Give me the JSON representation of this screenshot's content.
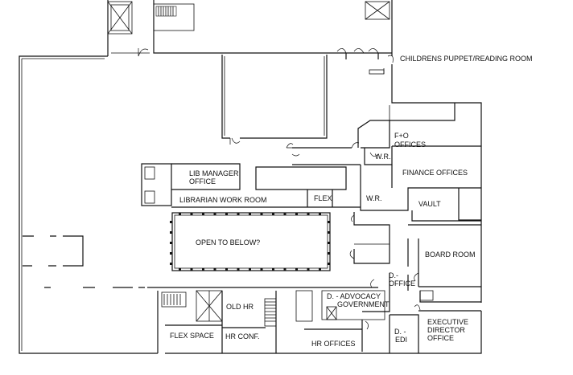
{
  "floor_plan": {
    "rooms": {
      "childrens_puppet": "CHILDRENS PUPPET/READING ROOM",
      "fo_offices_1": "F+O",
      "fo_offices_2": "OFFICES",
      "wr_upper": "W.R.",
      "finance_offices": "FINANCE OFFICES",
      "lib_manager_1": "LIB MANAGER",
      "lib_manager_2": "OFFICE",
      "librarian_work_room": "LIBRARIAN WORK ROOM",
      "flex": "FLEX",
      "wr_lower": "W.R.",
      "vault": "VAULT",
      "open_to_below": "OPEN TO BELOW?",
      "board_room": "BOARD ROOM",
      "d_office_1": "D.-",
      "d_office_2": "OFFICE",
      "advocacy_1": "D. - ADVOCACY",
      "advocacy_2": "GOVERNMENT",
      "old_hr": "OLD HR",
      "flex_space": "FLEX SPACE",
      "hr_conf": "HR CONF.",
      "hr_offices": "HR OFFICES",
      "d_edi_1": "D. -",
      "d_edi_2": "EDI",
      "exec_dir_1": "EXECUTIVE",
      "exec_dir_2": "DIRECTOR",
      "exec_dir_3": "OFFICE"
    }
  }
}
